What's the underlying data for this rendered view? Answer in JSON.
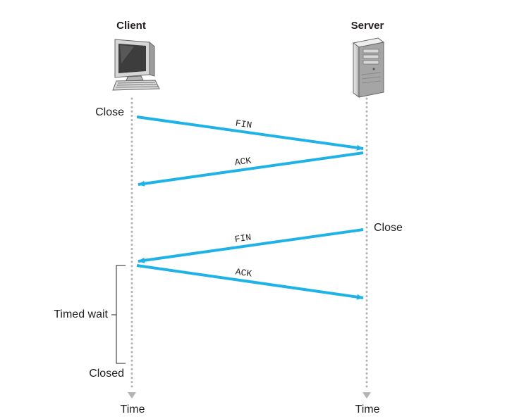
{
  "endpoints": {
    "client": {
      "label": "Client",
      "icon": "desktop-computer-icon"
    },
    "server": {
      "label": "Server",
      "icon": "tower-server-icon"
    }
  },
  "messages": [
    {
      "label": "FIN",
      "from": "client",
      "to": "server"
    },
    {
      "label": "ACK",
      "from": "server",
      "to": "client"
    },
    {
      "label": "FIN",
      "from": "server",
      "to": "client"
    },
    {
      "label": "ACK",
      "from": "client",
      "to": "server"
    }
  ],
  "events": {
    "client_close": "Close",
    "server_close": "Close",
    "timed_wait": "Timed wait",
    "closed": "Closed"
  },
  "timelines": {
    "client_axis": "Time",
    "server_axis": "Time"
  },
  "colors": {
    "arrow": "#1fb2e6",
    "timeline": "#b3b3b3",
    "text": "#231f20"
  }
}
